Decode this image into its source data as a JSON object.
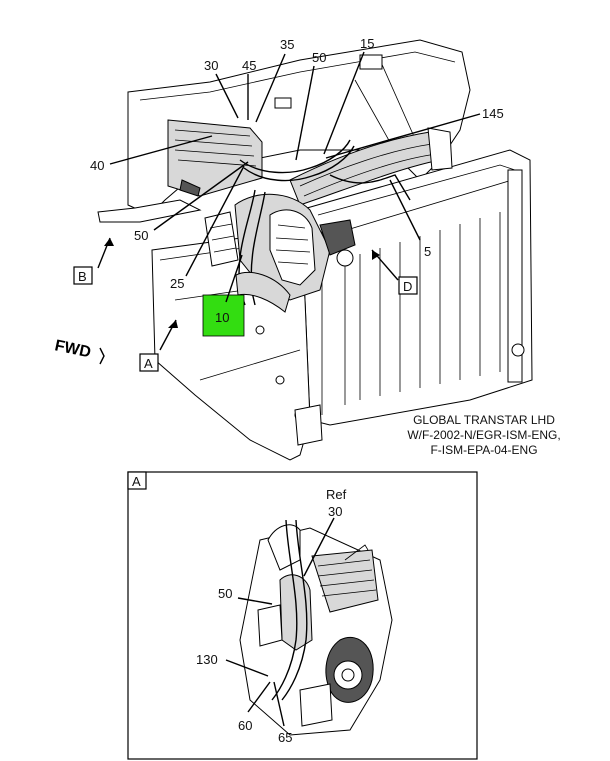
{
  "main_view": {
    "callouts": {
      "c30": "30",
      "c45": "45",
      "c35": "35",
      "c50a": "50",
      "c15": "15",
      "c145": "145",
      "c40": "40",
      "c50b": "50",
      "c5": "5",
      "c25": "25",
      "c10": "10"
    },
    "highlight_color": "#33dd11",
    "view_labels": {
      "b": "B",
      "a": "A",
      "d": "D"
    },
    "fwd": "FWD",
    "caption": [
      "GLOBAL TRANSTAR LHD",
      "W/F-2002-N/EGR-ISM-ENG,",
      "F-ISM-EPA-04-ENG"
    ]
  },
  "detail_view": {
    "tag": "A",
    "ref_text": "Ref",
    "callouts": {
      "c30": "30",
      "c50": "50",
      "c130": "130",
      "c60": "60",
      "c65": "65"
    }
  }
}
